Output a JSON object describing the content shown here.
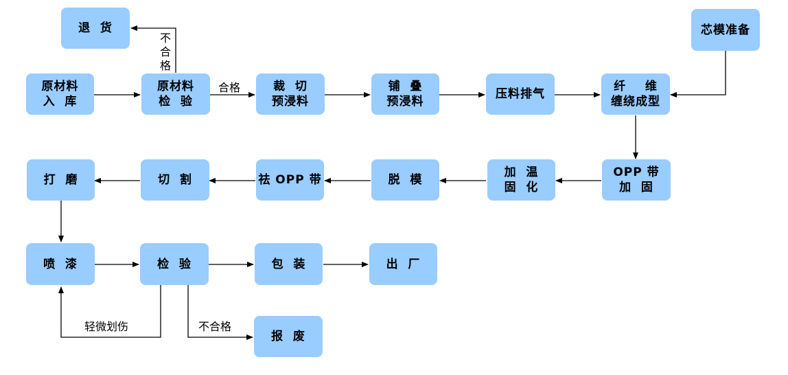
{
  "colors": {
    "node_fill": "#99ccff",
    "line": "#000000"
  },
  "nodes": {
    "tuihuo": "退  货",
    "yclrk": "原材料\n入  库",
    "ycljy": "原材料\n检  验",
    "caiqie": "裁  切\n预浸料",
    "pudie": "铺  叠\n预浸料",
    "yaliao": "压料排气",
    "chanrao": "纤    维\n缠绕成型",
    "xinmo": "芯模准备",
    "oppjg": "OPP 带\n加  固",
    "jwgh": "加  温\n固  化",
    "tuomo": "脱  模",
    "quopp": "祛 OPP 带",
    "qiege": "切  割",
    "damo": "打  磨",
    "penqi": "喷  漆",
    "jianyan": "检  验",
    "baozhuang": "包  装",
    "chuchang": "出  厂",
    "baofei": "报  废"
  },
  "labels": {
    "buhege_top": "不合格",
    "hege": "合格",
    "qingwei": "轻微划伤",
    "buhege_bottom": "不合格"
  }
}
